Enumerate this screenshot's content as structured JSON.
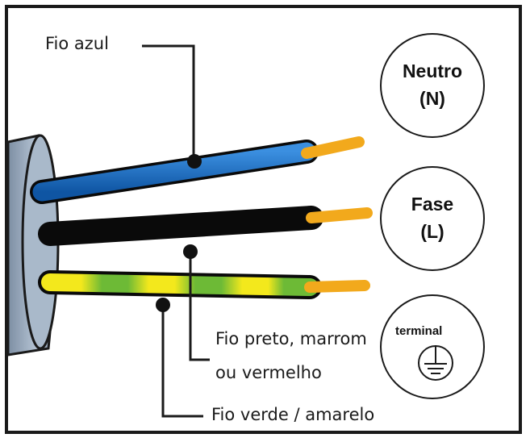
{
  "labels": {
    "blue_wire": "Fio azul",
    "black_wire_line1": "Fio preto, marrom",
    "black_wire_line2": "ou vermelho",
    "green_wire": "Fio verde / amarelo"
  },
  "terminals": {
    "neutral": {
      "line1": "Neutro",
      "line2": "(N)"
    },
    "phase": {
      "line1": "Fase",
      "line2": "(L)"
    },
    "ground": {
      "label": "terminal"
    }
  },
  "colors": {
    "blue_wire": "#1f6fc0",
    "black_wire": "#111111",
    "green_wire": "#5aa832",
    "yellow_stripe": "#f2e61a",
    "copper": "#f2a91c",
    "cable_sheath": "#9fb0c3"
  }
}
